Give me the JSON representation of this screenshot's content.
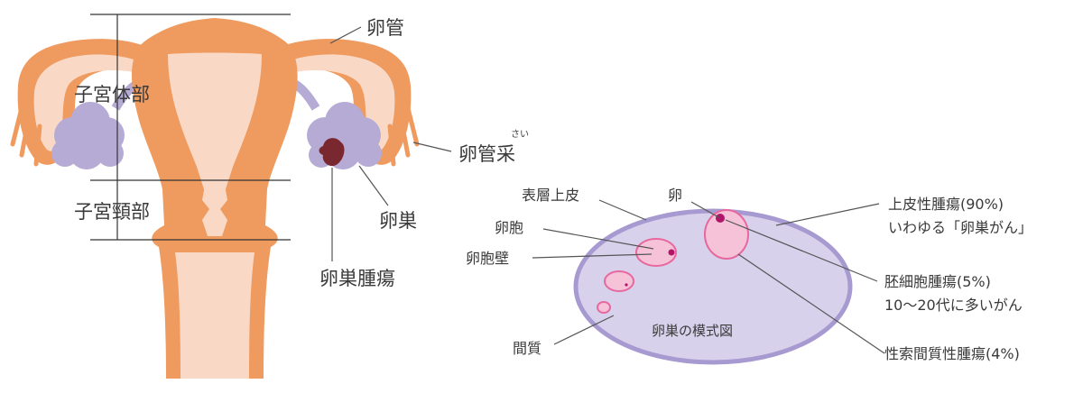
{
  "anatomy_labels": {
    "fallopian_tube": "卵管",
    "uterine_body": "子宮体部",
    "fimbria": "卵管采",
    "fimbria_ruby": "さい",
    "cervix": "子宮頸部",
    "ovary": "卵巣",
    "ovarian_tumor": "卵巣腫瘍"
  },
  "model_labels": {
    "surface_epithelium": "表層上皮",
    "egg": "卵",
    "follicle": "卵胞",
    "follicle_wall": "卵胞壁",
    "stroma": "間質",
    "title": "卵巣の模式図"
  },
  "tumor_types": {
    "epithelial_line1": "上皮性腫瘍(90%)",
    "epithelial_line2": "いわゆる「卵巣がん」",
    "germ_cell_line1": "胚細胞腫瘍(5%)",
    "germ_cell_line2": "10～20代に多いがん",
    "sex_cord": "性索間質性腫瘍(4%)"
  },
  "colors": {
    "uterus_outer": "#ef9a5e",
    "uterus_inner": "#f9d9c6",
    "ovary": "#b6abd5",
    "tumor": "#7a2830",
    "model_fill": "#d8d1ec",
    "model_edge": "#a79ad0",
    "follicle_fill": "#f6c2d8",
    "follicle_edge": "#e7689e",
    "egg": "#b0156a",
    "line": "#555555"
  }
}
